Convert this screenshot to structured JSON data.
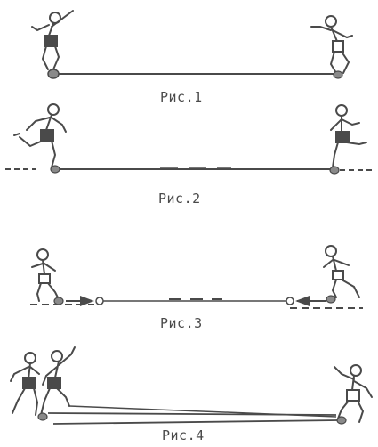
{
  "figures": [
    {
      "caption": "Рис.1"
    },
    {
      "caption": "Рис.2"
    },
    {
      "caption": "Рис.3"
    },
    {
      "caption": "Рис.4"
    }
  ],
  "colors": {
    "ink": "#4a4a4a",
    "shade": "#8a8a8a",
    "background": "#ffffff"
  },
  "icons": [
    "football-player-icon",
    "ball-icon",
    "pass-arrow-icon"
  ]
}
